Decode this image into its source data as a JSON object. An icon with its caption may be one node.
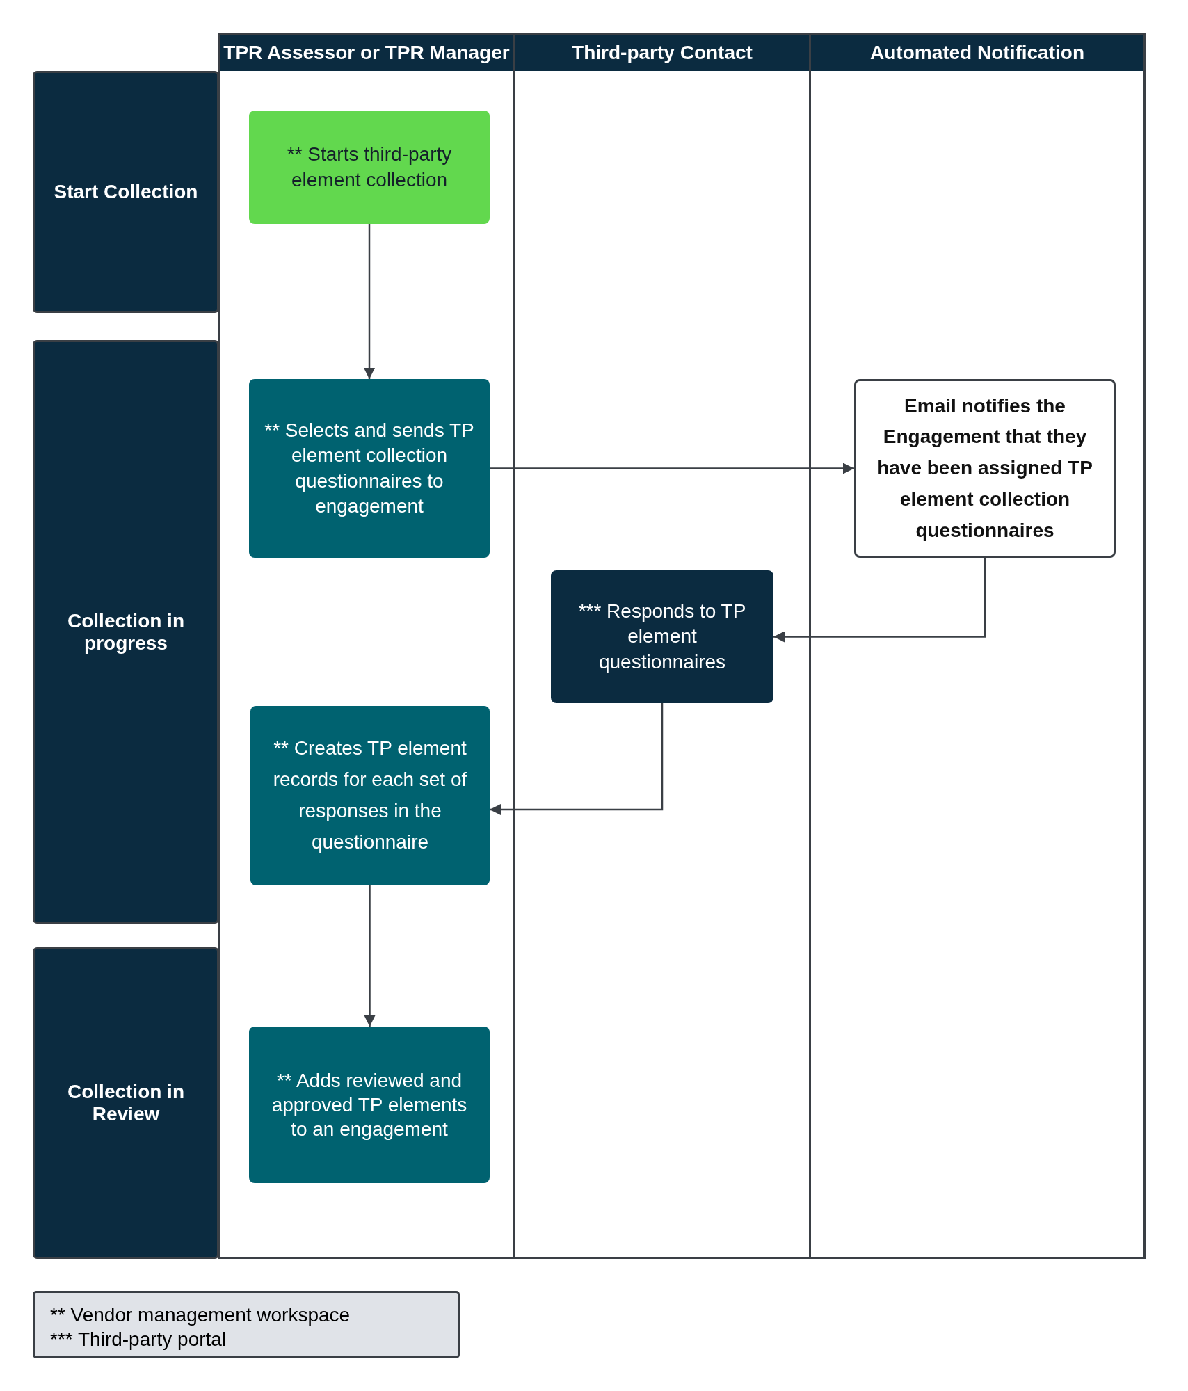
{
  "diagram": {
    "nodes": [
      {
        "text": [
          "TPR Assessor or TPR Manager"
        ]
      },
      {
        "text": [
          "Third-party Contact"
        ]
      },
      {
        "text": [
          "Automated Notification"
        ]
      },
      {
        "text": [
          "Start Collection"
        ]
      },
      {
        "text": [
          "Collection in progress"
        ]
      },
      {
        "text": [
          "Collection in Review"
        ]
      },
      {
        "text": [
          "** Starts third-party element collection"
        ],
        "in": 0
      },
      {
        "text": [
          "** Selects and sends TP element collection questionnaires to engagement"
        ],
        "in": 0
      },
      {
        "text": [
          "Email notifies the Engagement that they have been assigned TP element collection questionnaires"
        ],
        "in": 2
      },
      {
        "text": [
          "*** Responds to TP element questionnaires"
        ],
        "in": 1
      },
      {
        "text": [
          "** Creates TP element records for each set of responses in the questionnaire"
        ],
        "in": 0
      },
      {
        "text": [
          "** Adds reviewed and approved TP elements to an engagement"
        ],
        "in": 0
      },
      {
        "text": [
          "** Vendor management workspace",
          "*** Third-party portal"
        ]
      }
    ],
    "edges": [
      {
        "from": 6,
        "to": 7,
        "arrow": "to"
      },
      {
        "from": 7,
        "to": 8,
        "arrow": "to"
      },
      {
        "from": 8,
        "to": 9,
        "arrow": "to"
      },
      {
        "from": 9,
        "to": 10,
        "arrow": "to"
      },
      {
        "from": 10,
        "to": 11,
        "arrow": "to"
      }
    ]
  }
}
